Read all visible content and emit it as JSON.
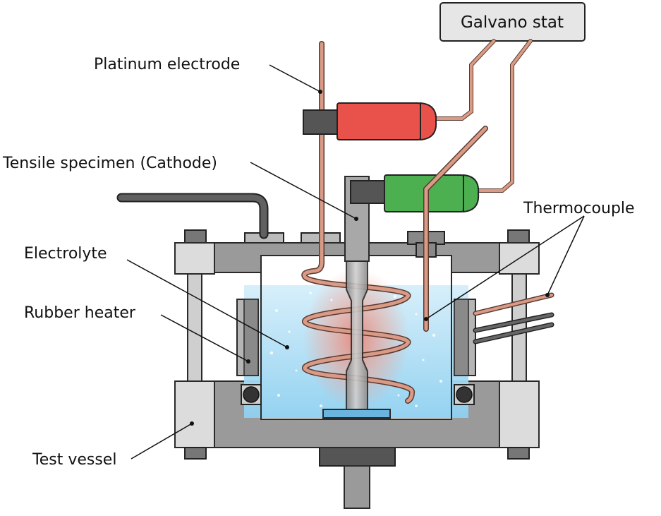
{
  "diagram": {
    "type": "apparatus-schematic",
    "box_label": "Galvano stat",
    "labels": {
      "platinum_electrode": "Platinum electrode",
      "tensile_specimen": "Tensile specimen (Cathode)",
      "electrolyte": "Electrolyte",
      "rubber_heater": "Rubber heater",
      "test_vessel": "Test vessel",
      "thermocouple": "Thermocouple"
    },
    "colors": {
      "electrolyte": "#8fd0f0",
      "wire": "#d99a86",
      "clip_red": "#e8524a",
      "clip_green": "#4caf50",
      "frame_gray": "#9a9a9a",
      "post_light": "#dcdcdc"
    }
  }
}
